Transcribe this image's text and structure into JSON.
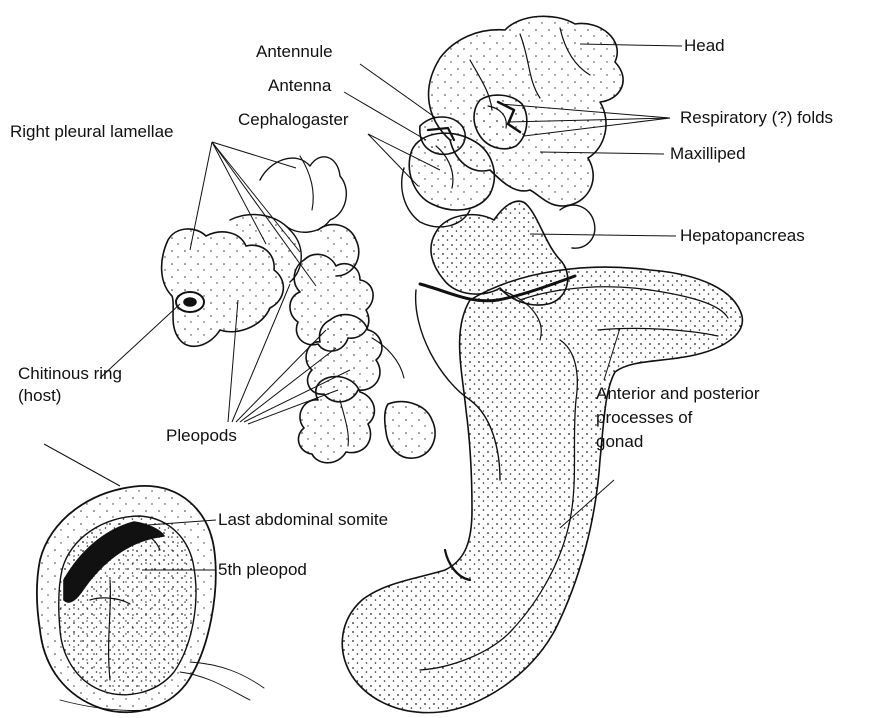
{
  "labels": {
    "head": "Head",
    "antennule": "Antennule",
    "antenna": "Antenna",
    "cephalogaster": "Cephalogaster",
    "respiratory_folds": "Respiratory (?) folds",
    "maxilliped": "Maxilliped",
    "right_pleural_lamellae": "Right pleural lamellae",
    "hepatopancreas": "Hepatopancreas",
    "chitinous_ring_line1": "Chitinous ring",
    "chitinous_ring_line2": "(host)",
    "pleopods": "Pleopods",
    "gonad_line1": "Anterior and posterior",
    "gonad_line2": "processes of",
    "gonad_line3": "gonad",
    "last_abdominal_somite": "Last abdominal somite",
    "fifth_pleopod": "5th pleopod"
  },
  "colors": {
    "ink": "#111111",
    "background": "#ffffff"
  }
}
